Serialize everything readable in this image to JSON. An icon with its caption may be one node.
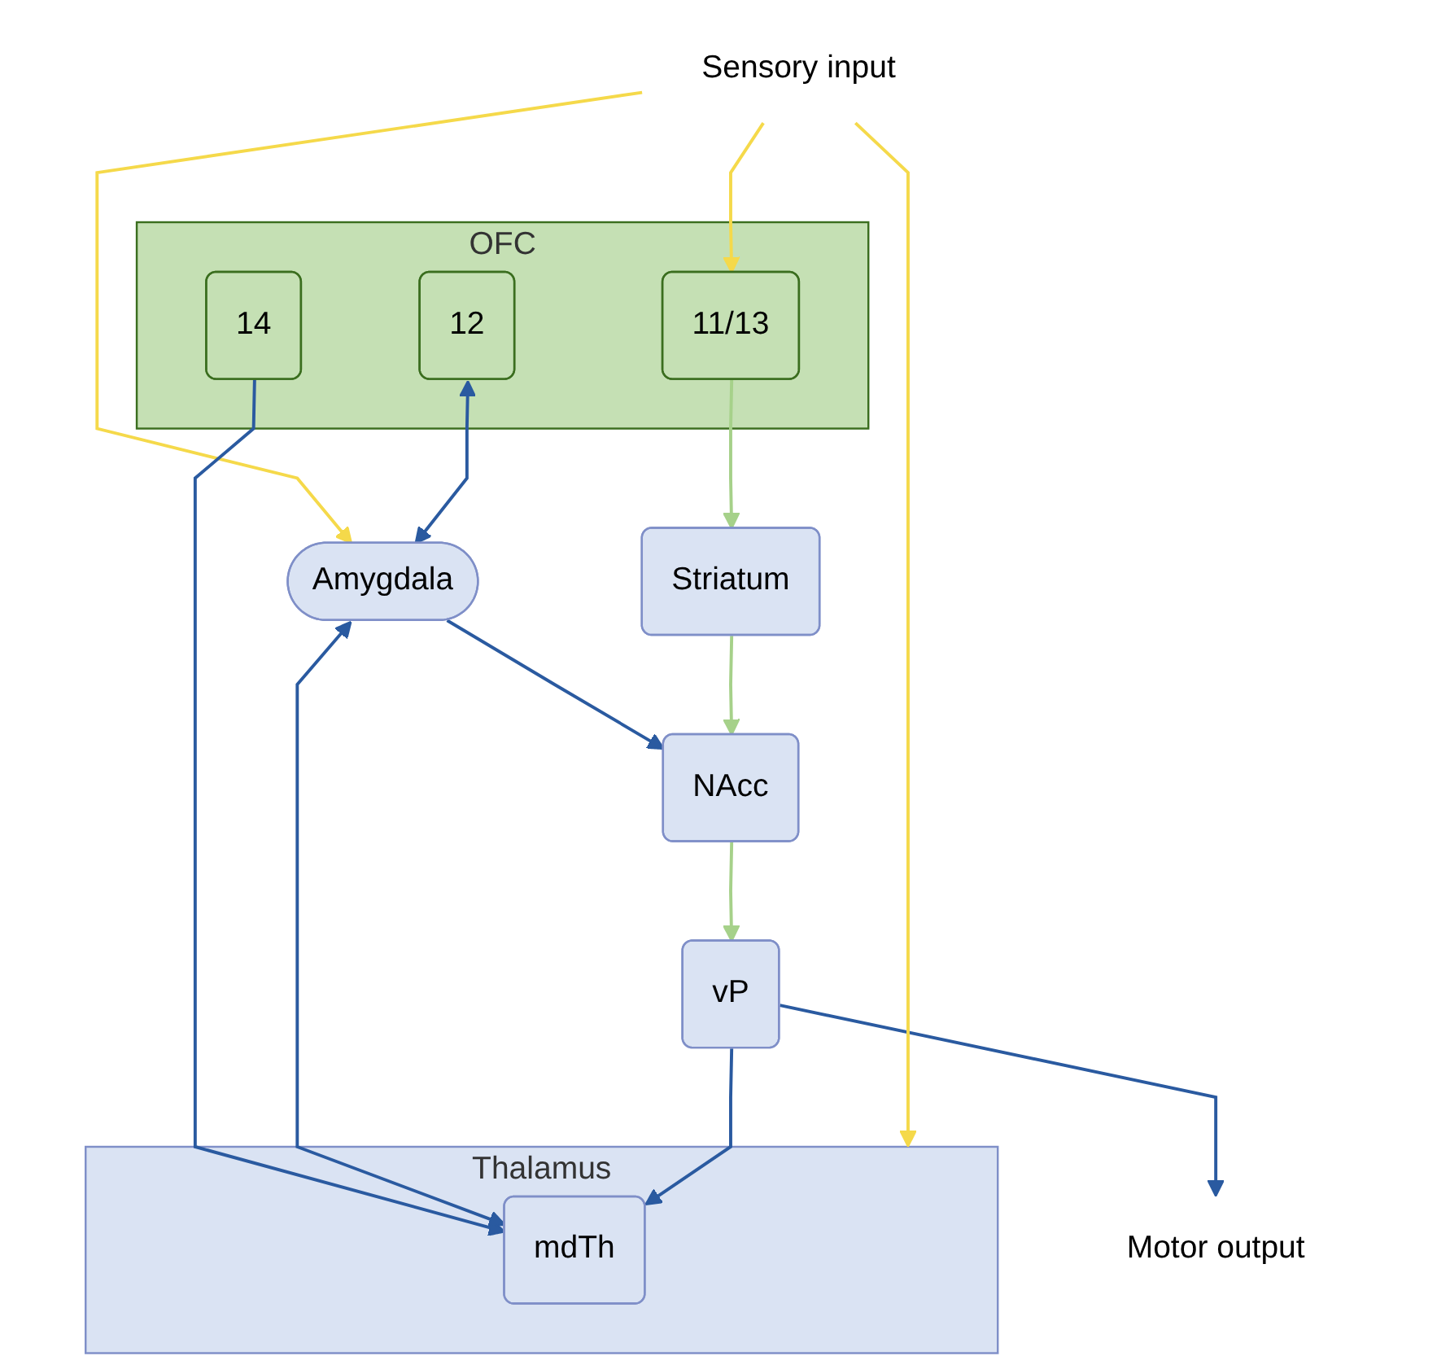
{
  "diagram": {
    "nodes": [
      {
        "text": [
          "Sensory input"
        ]
      },
      {
        "text": [
          "OFC"
        ]
      },
      {
        "text": [
          "14"
        ],
        "in": 1
      },
      {
        "text": [
          "11/13"
        ],
        "in": 1
      },
      {
        "text": [
          "12"
        ],
        "in": 1
      },
      {
        "text": [
          "Thalamus"
        ]
      },
      {
        "text": [
          "mdTh"
        ],
        "in": 5
      },
      {
        "text": [
          "Striatum"
        ]
      },
      {
        "text": [
          "NAcc"
        ]
      },
      {
        "text": [
          "vP"
        ]
      },
      {
        "text": [
          "Amygdala"
        ]
      },
      {
        "text": [
          "Motor output"
        ]
      }
    ],
    "edges": [
      {
        "from": 0,
        "to": 5,
        "arrow": "to",
        "color": "#f5d94a"
      },
      {
        "from": 0,
        "to": 3,
        "arrow": "to",
        "color": "#f5d94a"
      },
      {
        "from": 0,
        "to": 10,
        "arrow": "to",
        "color": "#f5d94a"
      },
      {
        "from": 2,
        "to": 6,
        "arrow": "to"
      },
      {
        "from": 3,
        "to": 7,
        "arrow": "to",
        "color": "#a6d18a"
      },
      {
        "from": 4,
        "to": 10,
        "arrow": "both"
      },
      {
        "from": 10,
        "to": 6,
        "arrow": "both"
      },
      {
        "from": 10,
        "to": 8,
        "arrow": "to"
      },
      {
        "from": 7,
        "to": 8,
        "arrow": "to",
        "color": "#a6d18a"
      },
      {
        "from": 8,
        "to": 9,
        "arrow": "to",
        "color": "#a6d18a"
      },
      {
        "from": 9,
        "to": 6,
        "arrow": "to"
      },
      {
        "from": 9,
        "to": 11,
        "arrow": "to"
      }
    ]
  }
}
